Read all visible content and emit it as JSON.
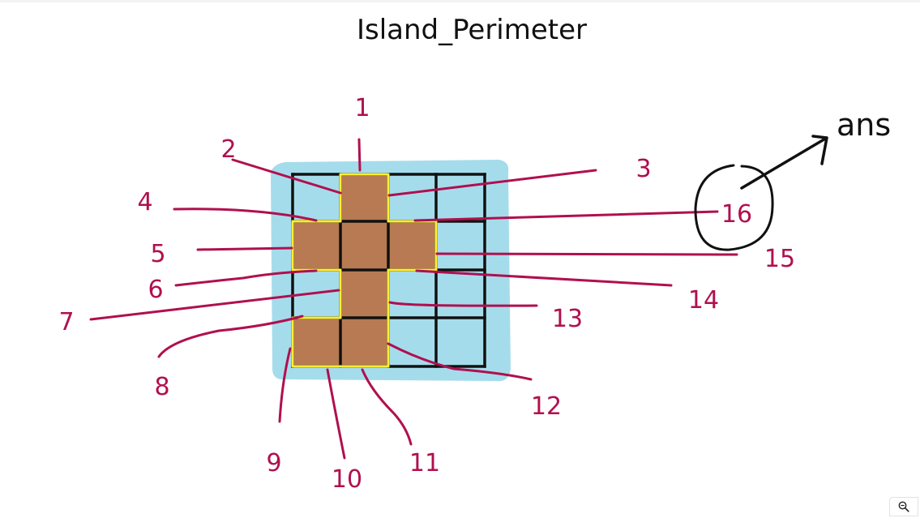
{
  "title": "Island_Perimeter",
  "labels": [
    "1",
    "2",
    "3",
    "4",
    "5",
    "6",
    "7",
    "8",
    "9",
    "10",
    "11",
    "12",
    "13",
    "14",
    "15",
    "16"
  ],
  "answer": {
    "text": "ans",
    "value": "16"
  },
  "colors": {
    "water": "#a5dcec",
    "land": "#b87a52",
    "grid": "#111111",
    "edge": "#ffee33",
    "annotation": "#b0104e",
    "ink": "#111111"
  },
  "icons": {
    "zoom": "magnifier-minus-icon"
  }
}
